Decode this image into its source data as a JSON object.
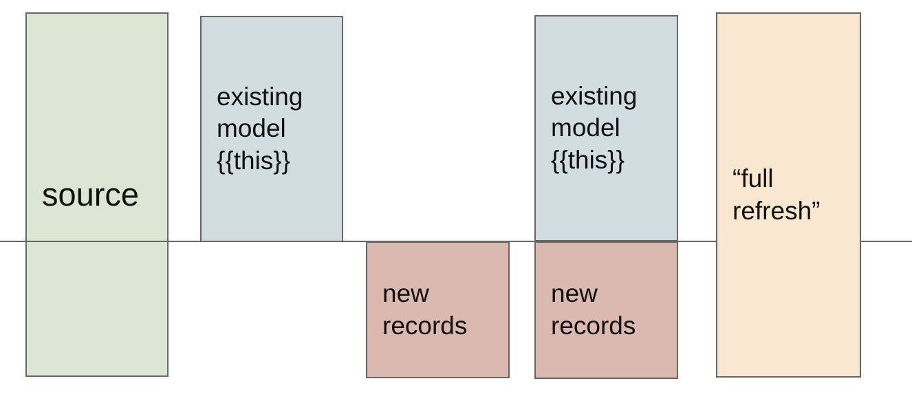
{
  "diagram": {
    "description_colors": {
      "source_fill": "#dbe7d3",
      "existing_model_fill": "#d2dde2",
      "new_records_fill": "#dcb9b0",
      "full_refresh_fill": "#f9e7d1",
      "border": "#666666",
      "divider_line": "#666666",
      "text": "#111111"
    },
    "boxes": [
      {
        "id": "source",
        "label": "source",
        "fill": "#dbe7d3"
      },
      {
        "id": "existing-model-1",
        "label": "existing model {{this}}",
        "fill": "#d2dde2"
      },
      {
        "id": "new-records-1",
        "label": "new records",
        "fill": "#dcb9b0"
      },
      {
        "id": "existing-model-2",
        "label": "existing model {{this}}",
        "fill": "#d2dde2"
      },
      {
        "id": "new-records-2",
        "label": "new records",
        "fill": "#dcb9b0"
      },
      {
        "id": "full-refresh",
        "label": "“full refresh”",
        "fill": "#f9e7d1"
      }
    ],
    "divider": {
      "color": "#666666"
    }
  }
}
